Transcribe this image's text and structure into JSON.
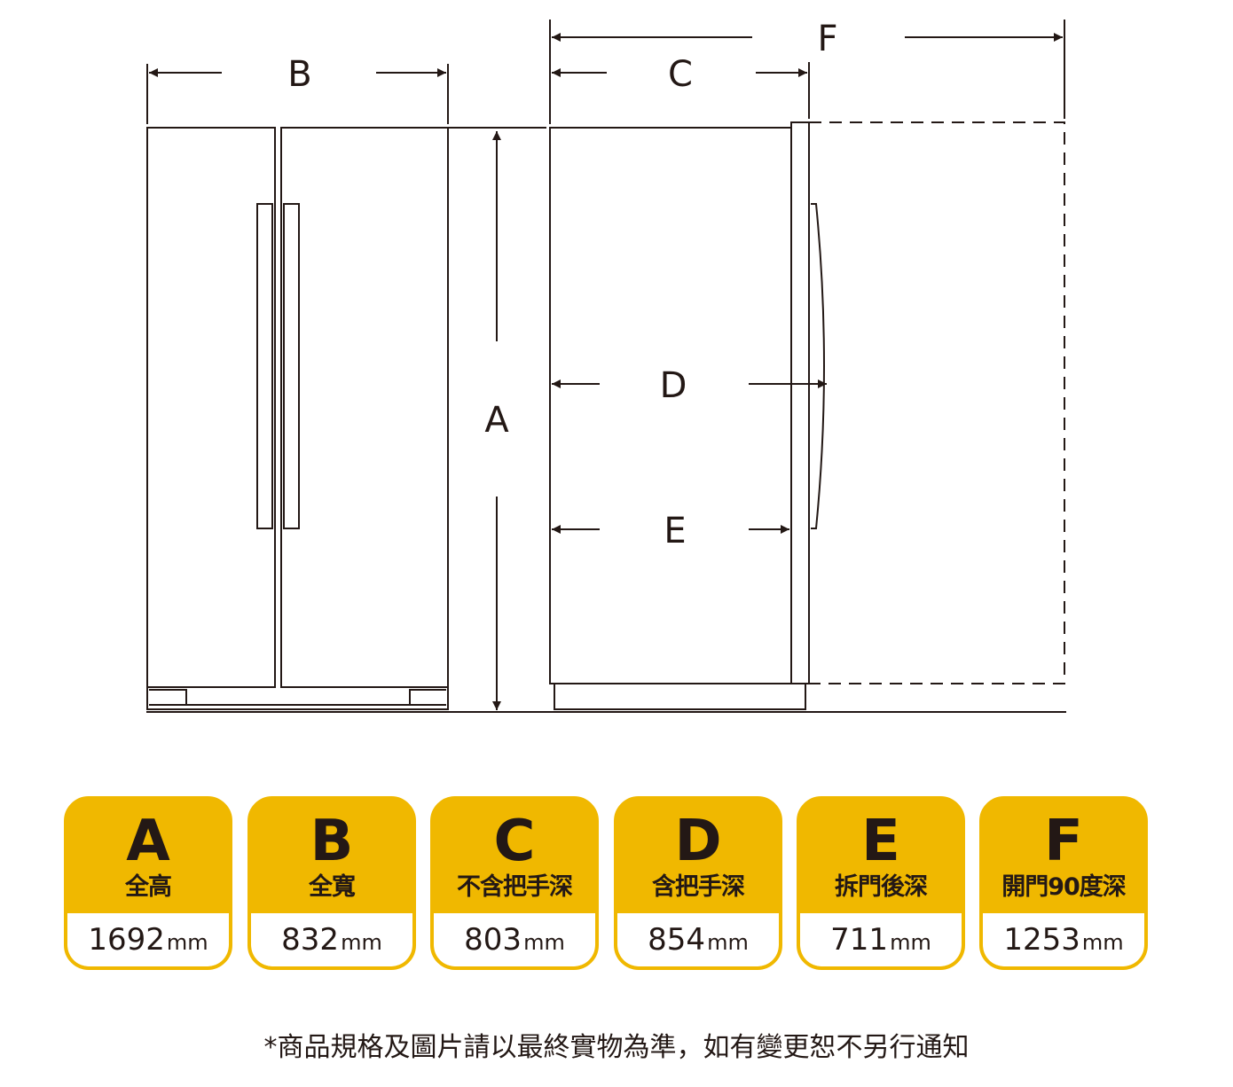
{
  "diagram": {
    "letters": {
      "A": "A",
      "B": "B",
      "C": "C",
      "D": "D",
      "E": "E",
      "F": "F"
    }
  },
  "cards": [
    {
      "letter": "A",
      "label": "全高",
      "value": "1692",
      "unit": "mm"
    },
    {
      "letter": "B",
      "label": "全寬",
      "value": "832",
      "unit": "mm"
    },
    {
      "letter": "C",
      "label": "不含把手深",
      "value": "803",
      "unit": "mm"
    },
    {
      "letter": "D",
      "label": "含把手深",
      "value": "854",
      "unit": "mm"
    },
    {
      "letter": "E",
      "label": "拆門後深",
      "value": "711",
      "unit": "mm"
    },
    {
      "letter": "F",
      "label": "開門90度深",
      "value": "1253",
      "unit": "mm"
    }
  ],
  "colors": {
    "accent": "#f0b800",
    "ink": "#231815"
  },
  "footnote": "*商品規格及圖片請以最終實物為準，如有變更恕不另行通知"
}
